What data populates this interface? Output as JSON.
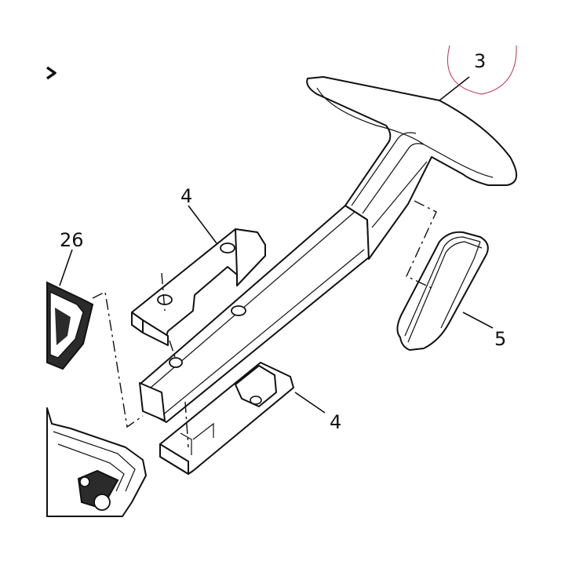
{
  "callouts": {
    "handle": "3",
    "clip_upper": "4",
    "clip_lower": "4",
    "grip_pad": "5",
    "housing": "26"
  },
  "highlight_color": "#c0304a",
  "nav_arrow": "chevron-right-icon"
}
